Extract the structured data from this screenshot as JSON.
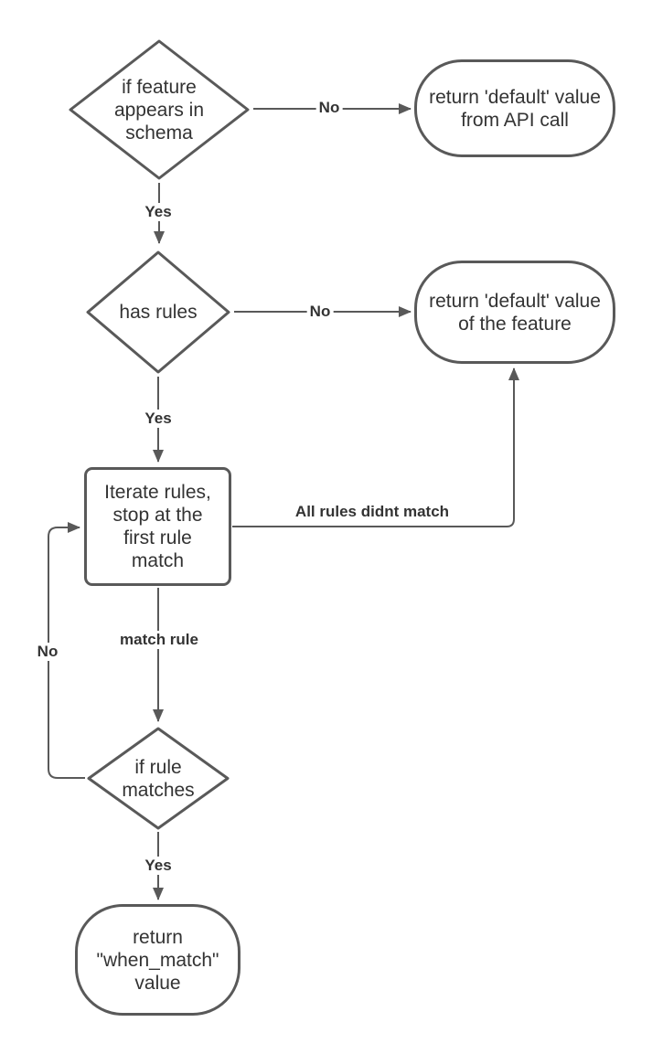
{
  "flowchart": {
    "nodes": {
      "check_schema": {
        "label": "if feature\nappears in\nschema"
      },
      "return_api_default": {
        "label": "return 'default' value\nfrom API call"
      },
      "has_rules": {
        "label": "has rules"
      },
      "return_feature_default": {
        "label": "return 'default' value\nof the feature"
      },
      "iterate_rules": {
        "label": "Iterate rules,\nstop at the\nfirst rule\nmatch"
      },
      "rule_matches": {
        "label": "if rule\nmatches"
      },
      "return_when_match": {
        "label": "return\n\"when_match\"\nvalue"
      }
    },
    "edge_labels": {
      "schema_no": "No",
      "schema_yes": "Yes",
      "has_rules_no": "No",
      "has_rules_yes": "Yes",
      "all_rules_didnt_match": "All rules didnt match",
      "match_rule": "match rule",
      "rule_matches_no": "No",
      "rule_matches_yes": "Yes"
    },
    "colors": {
      "stroke": "#595959",
      "text": "#333333",
      "background": "#ffffff"
    }
  }
}
